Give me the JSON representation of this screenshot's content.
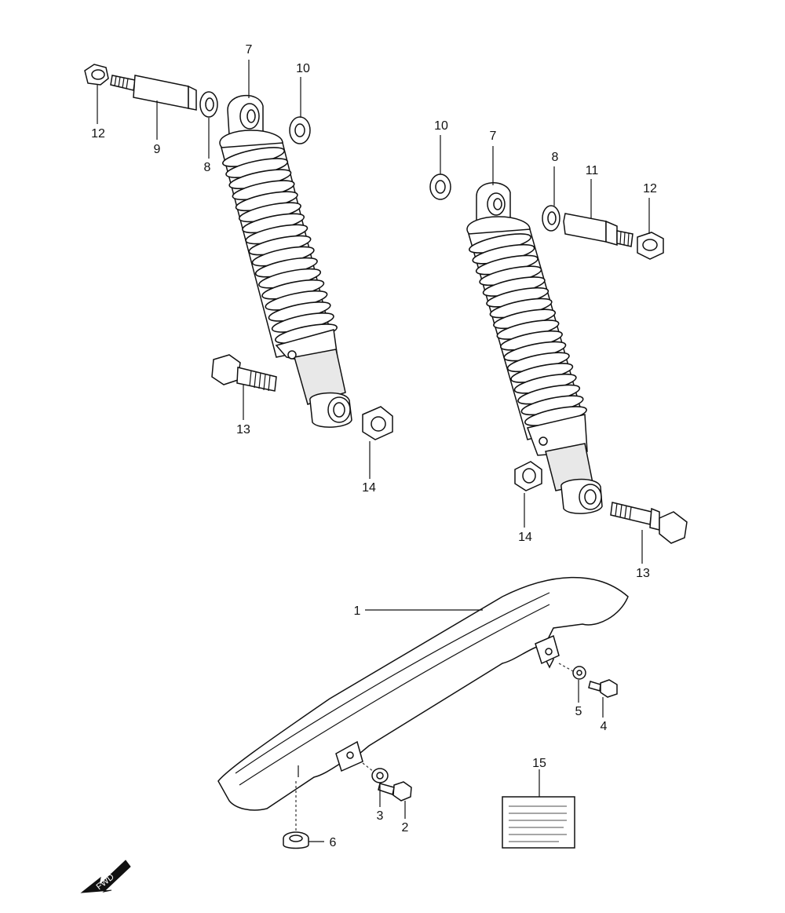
{
  "callouts": {
    "c1": "1",
    "c2": "2",
    "c3": "3",
    "c4": "4",
    "c5": "5",
    "c6": "6",
    "c7a": "7",
    "c7b": "7",
    "c8a": "8",
    "c8b": "8",
    "c9": "9",
    "c10a": "10",
    "c10b": "10",
    "c11": "11",
    "c12a": "12",
    "c12b": "12",
    "c13a": "13",
    "c13b": "13",
    "c14a": "14",
    "c14b": "14",
    "c15": "15"
  },
  "fwd_arrow": {
    "label": "FWD"
  },
  "colors": {
    "line": "#111111",
    "background": "#ffffff"
  }
}
